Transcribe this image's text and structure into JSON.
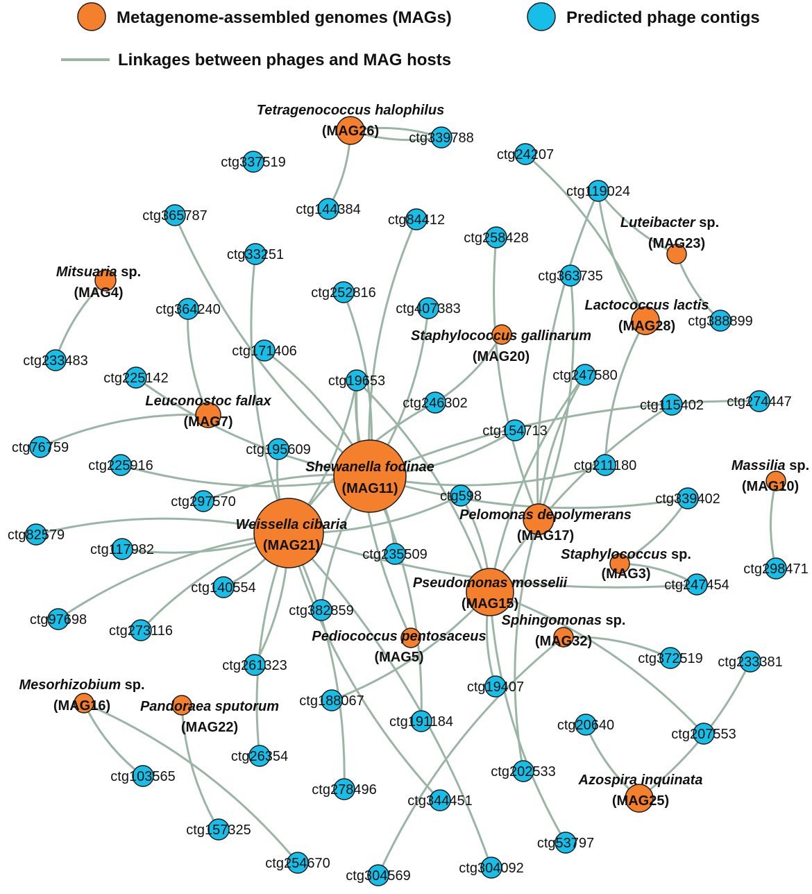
{
  "legend": {
    "mag_label": "Metagenome-assembled genomes (MAGs)",
    "phage_label": "Predicted phage contigs",
    "edge_label": "Linkages between phages and MAG hosts"
  },
  "colors": {
    "mag": "#f47f2c",
    "phage": "#17bfe8",
    "edge": "#9ab5a6",
    "outline": "#1a1a1a"
  },
  "mags": [
    {
      "id": "MAG26",
      "species": "Tetragenococcus halophilus",
      "suffix": "",
      "code": "(MAG26)"
    },
    {
      "id": "MAG23",
      "species": "Luteibacter",
      "suffix": " sp.",
      "code": "(MAG23)"
    },
    {
      "id": "MAG4",
      "species": "Mitsuaria",
      "suffix": " sp.",
      "code": "(MAG4)"
    },
    {
      "id": "MAG28",
      "species": "Lactococcus lactis",
      "suffix": "",
      "code": "(MAG28)"
    },
    {
      "id": "MAG20",
      "species": "Staphylococcus gallinarum",
      "suffix": "",
      "code": "(MAG20)"
    },
    {
      "id": "MAG7",
      "species": "Leuconostoc fallax",
      "suffix": "",
      "code": "(MAG7)"
    },
    {
      "id": "MAG11",
      "species": "Shewanella fodinae",
      "suffix": "",
      "code": "(MAG11)"
    },
    {
      "id": "MAG10",
      "species": "Massilia",
      "suffix": " sp.",
      "code": "(MAG10)"
    },
    {
      "id": "MAG21",
      "species": "Weissella cibaria",
      "suffix": "",
      "code": "(MAG21)"
    },
    {
      "id": "MAG17",
      "species": "Pelomonas depolymerans",
      "suffix": "",
      "code": "(MAG17)"
    },
    {
      "id": "MAG3",
      "species": "Staphylococcus",
      "suffix": " sp.",
      "code": "(MAG3)"
    },
    {
      "id": "MAG15",
      "species": "Pseudomonas mosselii",
      "suffix": "",
      "code": "(MAG15)"
    },
    {
      "id": "MAG32",
      "species": "Sphingomonas",
      "suffix": " sp.",
      "code": "(MAG32)"
    },
    {
      "id": "MAG5",
      "species": "Pediococcus pentosaceus",
      "suffix": "",
      "code": "(MAG5)"
    },
    {
      "id": "MAG16",
      "species": "Mesorhizobium",
      "suffix": " sp.",
      "code": "(MAG16)"
    },
    {
      "id": "MAG22",
      "species": "Pandoraea sputorum",
      "suffix": "",
      "code": "(MAG22)"
    },
    {
      "id": "MAG25",
      "species": "Azospira inquinata",
      "suffix": "",
      "code": "(MAG25)"
    }
  ],
  "phages": [
    {
      "id": "ctg339788"
    },
    {
      "id": "ctg24207"
    },
    {
      "id": "ctg337519"
    },
    {
      "id": "ctg119024"
    },
    {
      "id": "ctg144384"
    },
    {
      "id": "ctg365787"
    },
    {
      "id": "ctg84412"
    },
    {
      "id": "ctg258428"
    },
    {
      "id": "ctg33251"
    },
    {
      "id": "ctg363735"
    },
    {
      "id": "ctg252816"
    },
    {
      "id": "ctg364240"
    },
    {
      "id": "ctg407383"
    },
    {
      "id": "ctg388899"
    },
    {
      "id": "ctg233483"
    },
    {
      "id": "ctg171406"
    },
    {
      "id": "ctg225142"
    },
    {
      "id": "ctg19653"
    },
    {
      "id": "ctg247580"
    },
    {
      "id": "ctg246302"
    },
    {
      "id": "ctg115402"
    },
    {
      "id": "ctg274447"
    },
    {
      "id": "ctg76759"
    },
    {
      "id": "ctg154713"
    },
    {
      "id": "ctg195609"
    },
    {
      "id": "ctg225916"
    },
    {
      "id": "ctg211180"
    },
    {
      "id": "ctg598"
    },
    {
      "id": "ctg297570"
    },
    {
      "id": "ctg339402"
    },
    {
      "id": "ctg82579"
    },
    {
      "id": "ctg117982"
    },
    {
      "id": "ctg235509"
    },
    {
      "id": "ctg298471"
    },
    {
      "id": "ctg247454"
    },
    {
      "id": "ctg140554"
    },
    {
      "id": "ctg97698"
    },
    {
      "id": "ctg382859"
    },
    {
      "id": "ctg273116"
    },
    {
      "id": "ctg372519"
    },
    {
      "id": "ctg261323"
    },
    {
      "id": "ctg233381"
    },
    {
      "id": "ctg19407"
    },
    {
      "id": "ctg188067"
    },
    {
      "id": "ctg191184"
    },
    {
      "id": "ctg20640"
    },
    {
      "id": "ctg207553"
    },
    {
      "id": "ctg26354"
    },
    {
      "id": "ctg103565"
    },
    {
      "id": "ctg202533"
    },
    {
      "id": "ctg278496"
    },
    {
      "id": "ctg344451"
    },
    {
      "id": "ctg157325"
    },
    {
      "id": "ctg53797"
    },
    {
      "id": "ctg254670"
    },
    {
      "id": "ctg304569"
    },
    {
      "id": "ctg304092"
    }
  ],
  "edges": [
    [
      "MAG26",
      "ctg339788"
    ],
    [
      "MAG26",
      "ctg144384"
    ],
    [
      "MAG23",
      "ctg388899"
    ],
    [
      "MAG23",
      "ctg119024"
    ],
    [
      "MAG28",
      "ctg24207"
    ],
    [
      "MAG28",
      "ctg119024"
    ],
    [
      "MAG28",
      "ctg211180"
    ],
    [
      "MAG17",
      "ctg119024"
    ],
    [
      "MAG4",
      "ctg233483"
    ],
    [
      "MAG7",
      "ctg364240"
    ],
    [
      "MAG7",
      "ctg76759"
    ],
    [
      "MAG20",
      "ctg246302"
    ],
    [
      "MAG10",
      "ctg298471"
    ],
    [
      "MAG11",
      "ctg365787"
    ],
    [
      "MAG11",
      "ctg252816"
    ],
    [
      "MAG11",
      "ctg84412"
    ],
    [
      "MAG11",
      "ctg407383"
    ],
    [
      "MAG11",
      "ctg225142"
    ],
    [
      "MAG11",
      "ctg171406"
    ],
    [
      "MAG11",
      "ctg19653"
    ],
    [
      "MAG11",
      "ctg154713"
    ],
    [
      "MAG11",
      "ctg225916"
    ],
    [
      "MAG11",
      "ctg297570"
    ],
    [
      "MAG11",
      "ctg274447"
    ],
    [
      "MAG11",
      "ctg211180"
    ],
    [
      "MAG11",
      "ctg235509"
    ],
    [
      "MAG11",
      "ctg382859"
    ],
    [
      "MAG11",
      "ctg191184"
    ],
    [
      "MAG11",
      "ctg339402"
    ],
    [
      "MAG21",
      "ctg33251"
    ],
    [
      "MAG21",
      "ctg19653"
    ],
    [
      "MAG21",
      "ctg195609"
    ],
    [
      "MAG21",
      "ctg82579"
    ],
    [
      "MAG21",
      "ctg117982"
    ],
    [
      "MAG21",
      "ctg97698"
    ],
    [
      "MAG21",
      "ctg140554"
    ],
    [
      "MAG21",
      "ctg273116"
    ],
    [
      "MAG21",
      "ctg261323"
    ],
    [
      "MAG21",
      "ctg26354"
    ],
    [
      "MAG21",
      "ctg278496"
    ],
    [
      "MAG21",
      "ctg344451"
    ],
    [
      "MAG21",
      "ctg304092"
    ],
    [
      "MAG21",
      "ctg247454"
    ],
    [
      "MAG21",
      "ctg246302"
    ],
    [
      "MAG21",
      "ctg598"
    ],
    [
      "MAG17",
      "ctg258428"
    ],
    [
      "MAG17",
      "ctg363735"
    ],
    [
      "MAG17",
      "ctg247580"
    ],
    [
      "MAG17",
      "ctg202533"
    ],
    [
      "MAG15",
      "ctg247580"
    ],
    [
      "MAG15",
      "ctg598"
    ],
    [
      "MAG15",
      "ctg188067"
    ],
    [
      "MAG15",
      "ctg19407"
    ],
    [
      "MAG15",
      "ctg207553"
    ],
    [
      "MAG15",
      "ctg53797"
    ],
    [
      "MAG15",
      "ctg115402"
    ],
    [
      "MAG15",
      "ctg19653"
    ],
    [
      "MAG32",
      "ctg372519"
    ],
    [
      "MAG32",
      "ctg304569"
    ],
    [
      "MAG5",
      "ctg19653"
    ],
    [
      "MAG3",
      "ctg339402"
    ],
    [
      "MAG3",
      "ctg247454"
    ],
    [
      "MAG16",
      "ctg103565"
    ],
    [
      "MAG16",
      "ctg254670"
    ],
    [
      "MAG22",
      "ctg157325"
    ],
    [
      "MAG25",
      "ctg20640"
    ],
    [
      "MAG25",
      "ctg233381"
    ],
    [
      "MAG26",
      "ctg339788"
    ]
  ]
}
